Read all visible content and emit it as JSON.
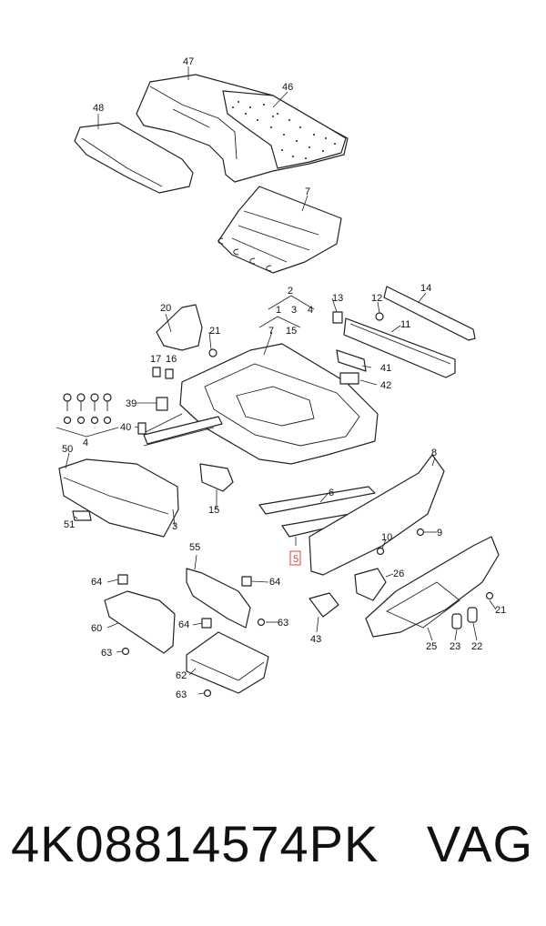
{
  "diagram": {
    "callouts": [
      "47",
      "46",
      "48",
      "7",
      "2",
      "1",
      "3",
      "4",
      "7",
      "15",
      "13",
      "12",
      "14",
      "11",
      "20",
      "21",
      "17",
      "16",
      "41",
      "42",
      "39",
      "40",
      "4",
      "50",
      "51",
      "3",
      "8",
      "6",
      "9",
      "10",
      "5",
      "15",
      "55",
      "64",
      "64",
      "26",
      "21",
      "60",
      "64",
      "63",
      "43",
      "25",
      "23",
      "22",
      "63",
      "62",
      "63"
    ],
    "highlighted_callout": "5"
  },
  "footer": {
    "part_number": "4K08814574PK",
    "brand": "VAG"
  }
}
